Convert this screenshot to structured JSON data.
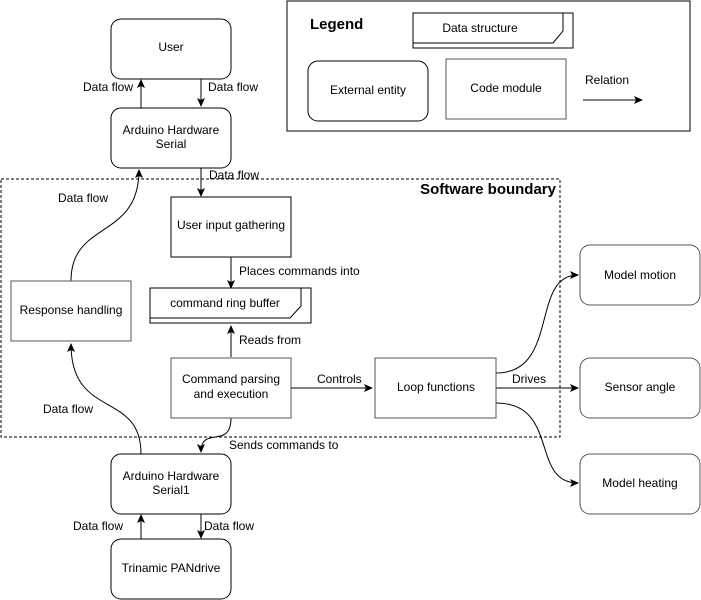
{
  "legend": {
    "title": "Legend",
    "data_structure": "Data structure",
    "external_entity": "External entity",
    "code_module": "Code module",
    "relation": "Relation"
  },
  "boundary": {
    "title": "Software boundary"
  },
  "nodes": {
    "user": "User",
    "serial_1": "Arduino Hardware",
    "serial_2": "Serial",
    "input": "User input gathering",
    "buffer": "command ring buffer",
    "response": "Response handling",
    "parse_1": "Command parsing",
    "parse_2": "and execution",
    "loop": "Loop functions",
    "motion": "Model motion",
    "sensor": "Sensor angle",
    "heating": "Model heating",
    "serial1_1": "Arduino Hardware",
    "serial1_2": "Serial1",
    "pandrive": "Trinamic PANdrive"
  },
  "edges": {
    "user_to_serial": "Data flow",
    "serial_to_user": "Data flow",
    "serial_to_input": "Data flow",
    "response_to_serial": "Data flow",
    "input_to_buffer": "Places commands into",
    "parse_reads_buffer": "Reads from",
    "parse_controls_loop": "Controls",
    "loop_drives": "Drives",
    "parse_sends_serial1": "Sends commands to",
    "serial1_to_response": "Data flow",
    "serial1_to_pandrive": "Data flow",
    "pandrive_to_serial1": "Data flow"
  }
}
